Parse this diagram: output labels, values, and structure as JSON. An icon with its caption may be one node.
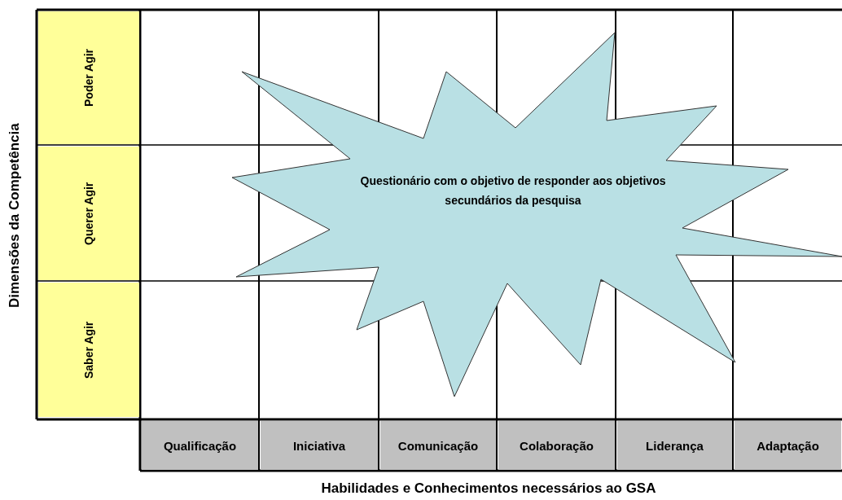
{
  "diagram": {
    "nodes": [
      {
        "text": [
          "Questionário com o objetivo de responder aos objetivos secundários da pesquisa"
        ]
      }
    ],
    "edges": [],
    "labels": [
      "Dimensões da Competência",
      "Poder Agir",
      "Querer Agir",
      "Saber Agir",
      "Qualificação",
      "Iniciativa",
      "Comunicação",
      "Colaboração",
      "Liderança",
      "Adaptação",
      "Habilidades e Conhecimentos necessários ao GSA"
    ]
  }
}
